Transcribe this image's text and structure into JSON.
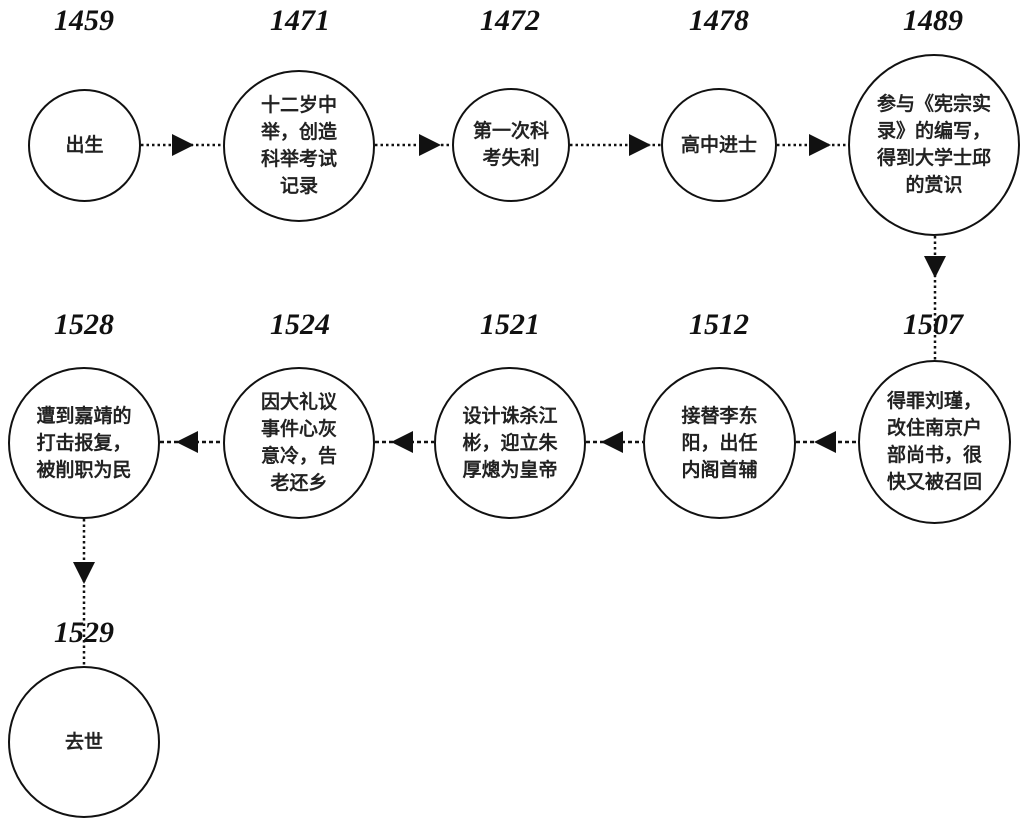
{
  "timeline": {
    "events": [
      {
        "year": "1459",
        "text": "出生"
      },
      {
        "year": "1471",
        "text": "十二岁中\n举，创造\n科举考试\n记录"
      },
      {
        "year": "1472",
        "text": "第一次科\n考失利"
      },
      {
        "year": "1478",
        "text": "高中进士"
      },
      {
        "year": "1489",
        "text": "参与《宪宗实\n录》的编写，\n得到大学士邱\n的赏识"
      },
      {
        "year": "1507",
        "text": "得罪刘瑾，\n改住南京户\n部尚书，很\n快又被召回"
      },
      {
        "year": "1512",
        "text": "接替李东\n阳，出任\n内阁首辅"
      },
      {
        "year": "1521",
        "text": "设计诛杀江\n彬，迎立朱\n厚熜为皇帝"
      },
      {
        "year": "1524",
        "text": "因大礼议\n事件心灰\n意冷，告\n老还乡"
      },
      {
        "year": "1528",
        "text": "遭到嘉靖的\n打击报复，\n被削职为民"
      },
      {
        "year": "1529",
        "text": "去世"
      }
    ],
    "connector_style": "dotted-arrow",
    "line_color": "#111111"
  }
}
